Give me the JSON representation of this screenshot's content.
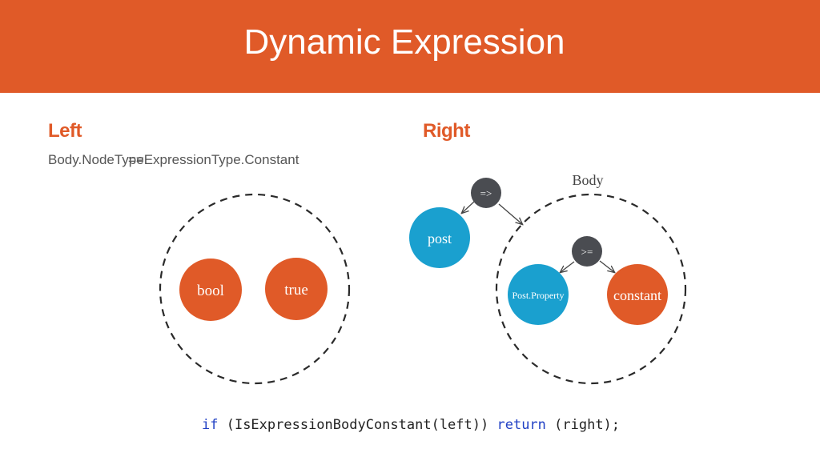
{
  "slide": {
    "title": "Dynamic Expression",
    "accent_color": "#e05a28"
  },
  "left": {
    "heading": "Left",
    "condition": {
      "lhs": "Body.NodeType",
      "operator": "==",
      "rhs": "ExpressionType.Constant"
    },
    "nodes": {
      "bool": "bool",
      "true": "true"
    }
  },
  "right": {
    "heading": "Right",
    "body_label": "Body",
    "nodes": {
      "lambda_op": "=>",
      "post": "post",
      "compare_op": ">=",
      "property": "Post.Property",
      "constant": "constant"
    }
  },
  "colors": {
    "orange_node": "#e05a28",
    "blue_node": "#1aa0cf",
    "operator_node": "#4a4c51",
    "dashed_circle": "#2a2a2a",
    "keyword": "#1f3fc4"
  },
  "code": {
    "kw_if": "if",
    "call": " (IsExpressionBodyConstant(left)) ",
    "kw_return": "return",
    "tail": " (right);"
  }
}
